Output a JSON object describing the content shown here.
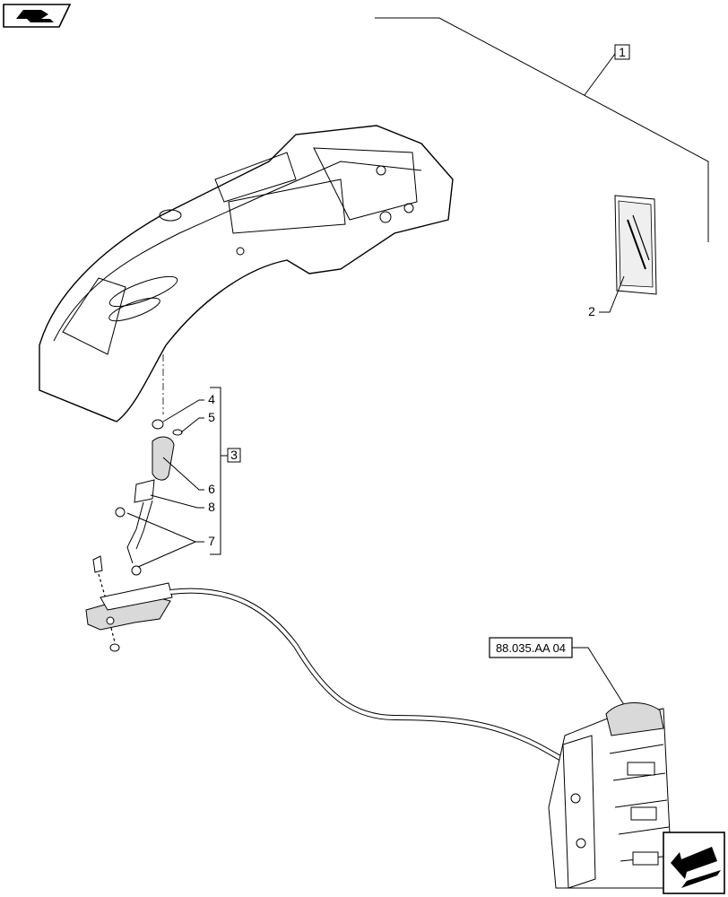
{
  "callouts": {
    "c1": "1",
    "c2": "2",
    "c3": "3",
    "c4": "4",
    "c5": "5",
    "c6": "6",
    "c7": "7",
    "c8": "8"
  },
  "reference": "88.035.AA 04",
  "icons": {
    "top_left": "book-hand-icon",
    "bottom_right": "arrow-down-left-icon"
  }
}
